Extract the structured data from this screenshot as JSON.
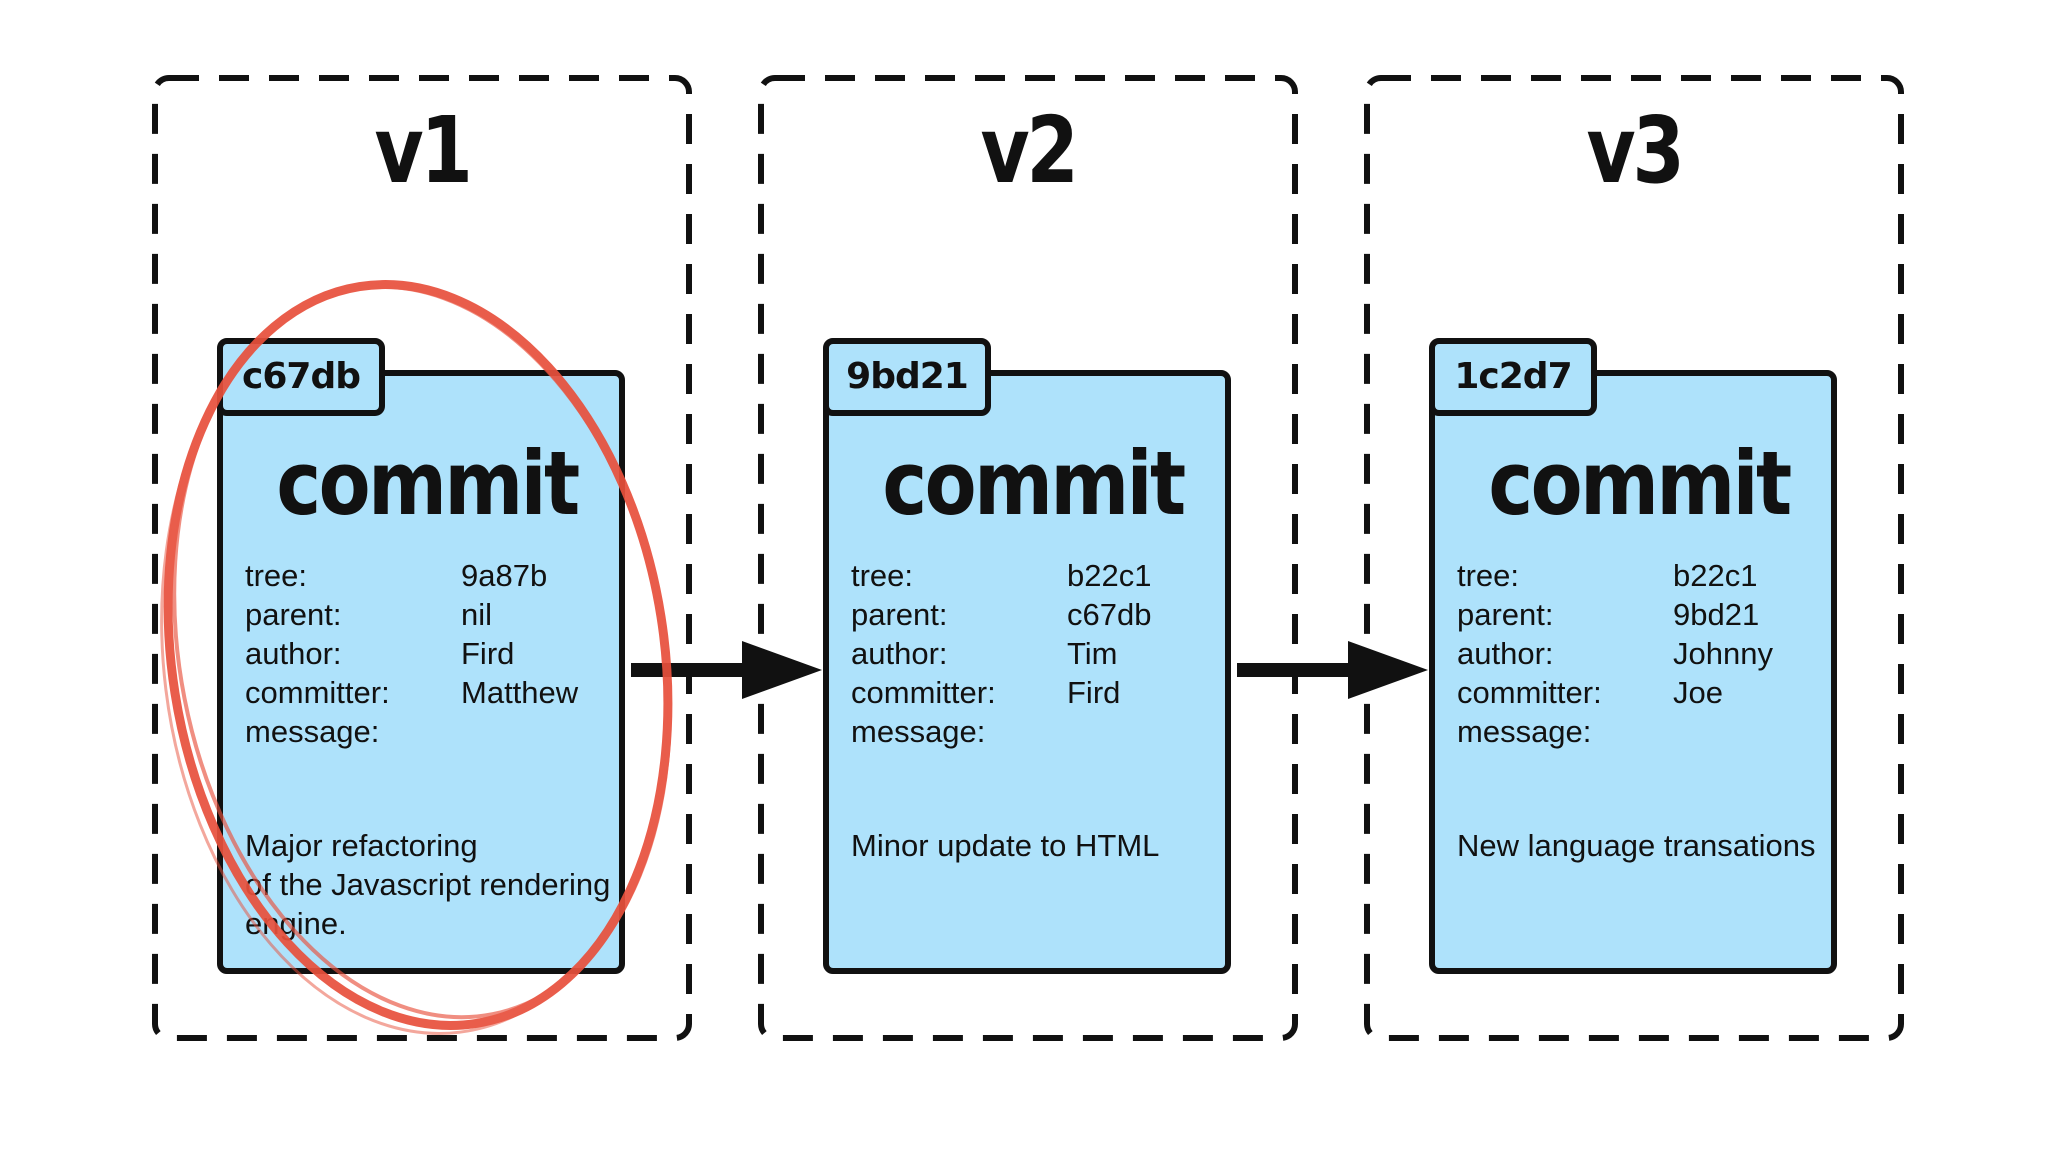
{
  "versions": [
    {
      "label": "v1",
      "commit": {
        "id": "c67db",
        "title": "commit",
        "fields": [
          {
            "key": "tree:",
            "value": "9a87b"
          },
          {
            "key": "parent:",
            "value": "nil"
          },
          {
            "key": "author:",
            "value": "Fird"
          },
          {
            "key": "committer:",
            "value": "Matthew"
          },
          {
            "key": "message:",
            "value": ""
          }
        ],
        "message": "Major refactoring\nof the Javascript rendering\nengine."
      }
    },
    {
      "label": "v2",
      "commit": {
        "id": "9bd21",
        "title": "commit",
        "fields": [
          {
            "key": "tree:",
            "value": "b22c1"
          },
          {
            "key": "parent:",
            "value": "c67db"
          },
          {
            "key": "author:",
            "value": "Tim"
          },
          {
            "key": "committer:",
            "value": "Fird"
          },
          {
            "key": "message:",
            "value": ""
          }
        ],
        "message": "Minor update to HTML"
      }
    },
    {
      "label": "v3",
      "commit": {
        "id": "1c2d7",
        "title": "commit",
        "fields": [
          {
            "key": "tree:",
            "value": "b22c1"
          },
          {
            "key": "parent:",
            "value": "9bd21"
          },
          {
            "key": "author:",
            "value": "Johnny"
          },
          {
            "key": "committer:",
            "value": "Joe"
          },
          {
            "key": "message:",
            "value": ""
          }
        ],
        "message": "New language transations"
      }
    }
  ],
  "colors": {
    "card_fill": "#aee2fb",
    "outline": "#111111",
    "highlight": "#e8503c"
  },
  "annotation": {
    "shape": "hand-drawn ellipse",
    "target": "c67db"
  }
}
